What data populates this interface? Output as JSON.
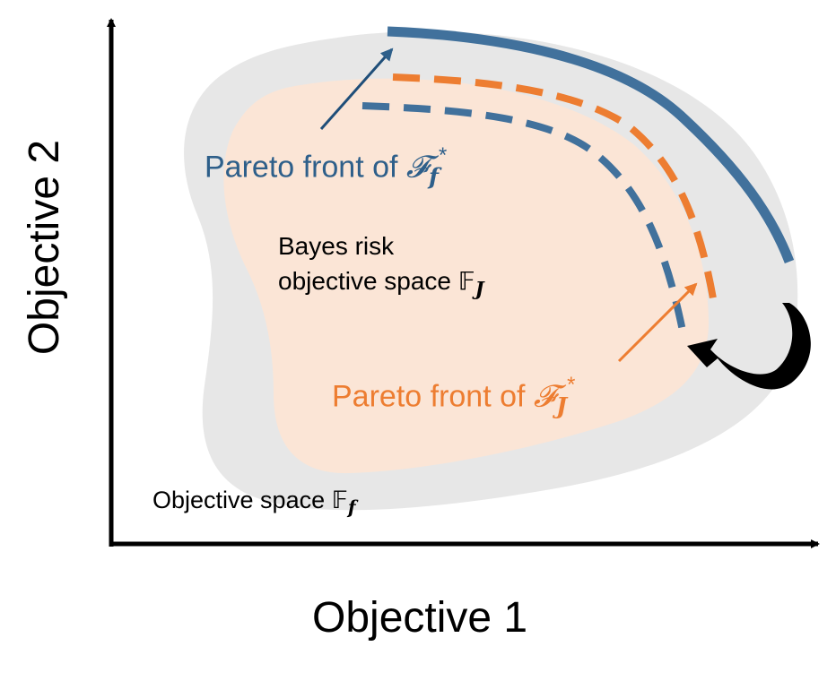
{
  "axes": {
    "x_label": "Objective 1",
    "y_label": "Objective 2"
  },
  "labels": {
    "blue_front_prefix": "Pareto front of",
    "blue_front_symbol": "𝓕",
    "blue_front_sub": "f",
    "blue_front_sup": "*",
    "orange_front_prefix": "Pareto front of",
    "orange_front_symbol": "𝓕",
    "orange_front_sub": "J",
    "orange_front_sup": "*",
    "inner_line1": "Bayes risk",
    "inner_line2_prefix": "objective space",
    "inner_symbol": "𝔽",
    "inner_sub": "J",
    "outer_prefix": "Objective space",
    "outer_symbol": "𝔽",
    "outer_sub": "f"
  },
  "colors": {
    "outer_region": "#e7e7e7",
    "inner_region": "#fbe5d6",
    "blue": "#41719c",
    "orange": "#ed7d31",
    "axis": "#000000"
  }
}
